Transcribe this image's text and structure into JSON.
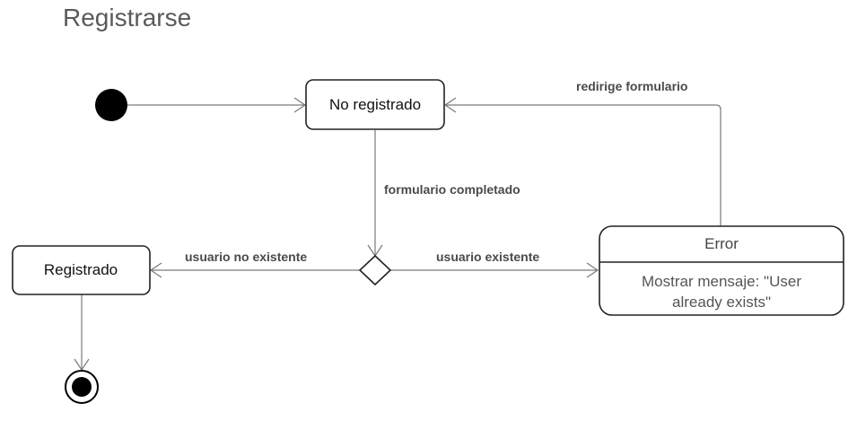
{
  "title": "Registrarse",
  "states": {
    "no_registrado": "No registrado",
    "registrado": "Registrado",
    "error": {
      "name": "Error",
      "body_line1": "Mostrar mensaje: \"User",
      "body_line2": "already exists\""
    }
  },
  "transitions": {
    "formulario_completado": "formulario completado",
    "usuario_no_existente": "usuario no existente",
    "usuario_existente": "usuario existente",
    "redirige_formulario": "redirige formulario"
  }
}
